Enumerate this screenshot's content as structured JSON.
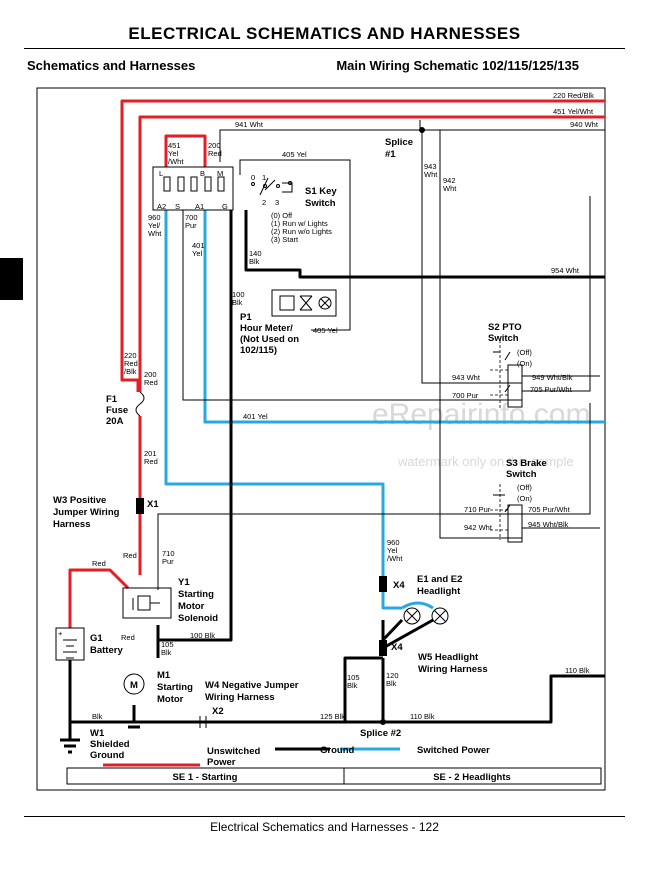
{
  "page_title": "ELECTRICAL   SCHEMATICS AND HARNESSES",
  "header_left": "Schematics and Harnesses",
  "header_right": "Main Wiring Schematic 102/115/125/135",
  "footer": "Electrical   Schematics and Harnesses  - 122",
  "watermark": {
    "brand": "eRepairinfo.com",
    "note": "watermark only on this sample"
  },
  "colors": {
    "unswitched": "#e41e25",
    "ground": "#000000",
    "switched": "#29a8e0"
  },
  "labels": {
    "w220_rb_top": "220 Red/Blk",
    "w451_yw_top": "451 Yel/Wht",
    "w940_wht": "940 Wht",
    "w941_wht": "941 Wht",
    "w451_l1": "451",
    "w451_l2": "Yel",
    "w451_l3": "/Wht",
    "w200_l1": "200",
    "w200_l2": "Red",
    "w405_yel_top": "405 Yel",
    "splice1_l1": "Splice",
    "splice1_l2": "#1",
    "w943_l1": "943",
    "w943_l2": "Wht",
    "w942_l1": "942",
    "w942_l2": "Wht",
    "t_L": "L",
    "t_B": "B",
    "t_M": "M",
    "t_A2": "A2",
    "t_S": "S",
    "t_A1": "A1",
    "t_G": "G",
    "sw_0": "0",
    "sw_1": "1",
    "sw_2": "2",
    "sw_3": "3",
    "s1_l1": "S1 Key",
    "s1_l2": "Switch",
    "s1_off": "(0) Off",
    "s1_p1": "(1) Run w/ Lights",
    "s1_p2": "(2) Run w/o Lights",
    "s1_p3": "(3) Start",
    "w960_l1": "960",
    "w960_l2": "Yel/",
    "w960_l3": "Wht",
    "w700_l1": "700",
    "w700_l2": "Pur",
    "w401_l1": "401",
    "w401_l2": "Yel",
    "w140_l1": "140",
    "w140_l2": "Blk",
    "w954_wht": "954 Wht",
    "w100_l1": "100",
    "w100_l2": "Blk",
    "p1_l1": "P1",
    "p1_l2": "Hour Meter/",
    "p1_l3": "(Not Used on",
    "p1_l4": "102/115)",
    "w405_yel_meter": "405 Yel",
    "s2_l1": "S2 PTO",
    "s2_l2": "Switch",
    "s2_off": "(Off)",
    "s2_on": "(On)",
    "w943_wht": "943 Wht",
    "w949_wb": "949 Wht/Blk",
    "w700_pur": "700 Pur",
    "w705_pw": "705 Pur/Wht",
    "w220_l1": "220",
    "w220_l2": "Red",
    "w220_l3": "/Blk",
    "w200b_l1": "200",
    "w200b_l2": "Red",
    "f1_l1": "F1",
    "f1_l2": "Fuse",
    "f1_l3": "20A",
    "w401_yel": "401 Yel",
    "w201_l1": "201",
    "w201_l2": "Red",
    "s3_l1": "S3 Brake",
    "s3_l2": "Switch",
    "s3_off": "(Off)",
    "s3_on": "(On)",
    "w3_l1": "W3 Positive",
    "w3_l2": "Jumper Wiring",
    "w3_l3": "Harness",
    "x1": "X1",
    "w710_pur": "710 Pur",
    "w705_pw2": "705 Pur/Wht",
    "w945_wb": "945 Wht/Blk",
    "w942_wht": "942 Wht",
    "w960b_l1": "960",
    "w960b_l2": "Yel",
    "w960b_l3": "/Wht",
    "red_a": "Red",
    "w710_l1": "710",
    "w710_l2": "Pur",
    "red_b": "Red",
    "y1_l1": "Y1",
    "y1_l2": "Starting",
    "y1_l3": "Motor",
    "y1_l4": "Solenoid",
    "x4a": "X4",
    "e1_l1": "E1 and E2",
    "e1_l2": "Headlight",
    "g1_l1": "G1",
    "g1_l2": "Battery",
    "red_c": "Red",
    "w100_blk": "100 Blk",
    "w105_l1": "105",
    "w105_l2": "Blk",
    "x4b": "X4",
    "w5_l1": "W5 Headlight",
    "w5_l2": "Wiring Harness",
    "w110_blk_r": "110 Blk",
    "m1_l1": "M1",
    "m1_l2": "Starting",
    "m1_l3": "Motor",
    "w4_l1": "W4 Negative Jumper",
    "w4_l2": "Wiring Harness",
    "w105b_l1": "105",
    "w105b_l2": "Blk",
    "w120_l1": "120",
    "w120_l2": "Blk",
    "blk_a": "Blk",
    "x2": "X2",
    "w125_blk": "125 Blk",
    "w110_blk": "110 Blk",
    "w1_l1": "W1",
    "w1_l2": "Shielded",
    "w1_l3": "Ground",
    "splice2": "Splice #2",
    "motor_m": "M",
    "leg_unsw_l1": "Unswitched",
    "leg_unsw_l2": "Power",
    "leg_ground": "Ground",
    "leg_switched": "Switched Power",
    "se1": "SE 1 - Starting",
    "se2": "SE - 2 Headlights"
  }
}
